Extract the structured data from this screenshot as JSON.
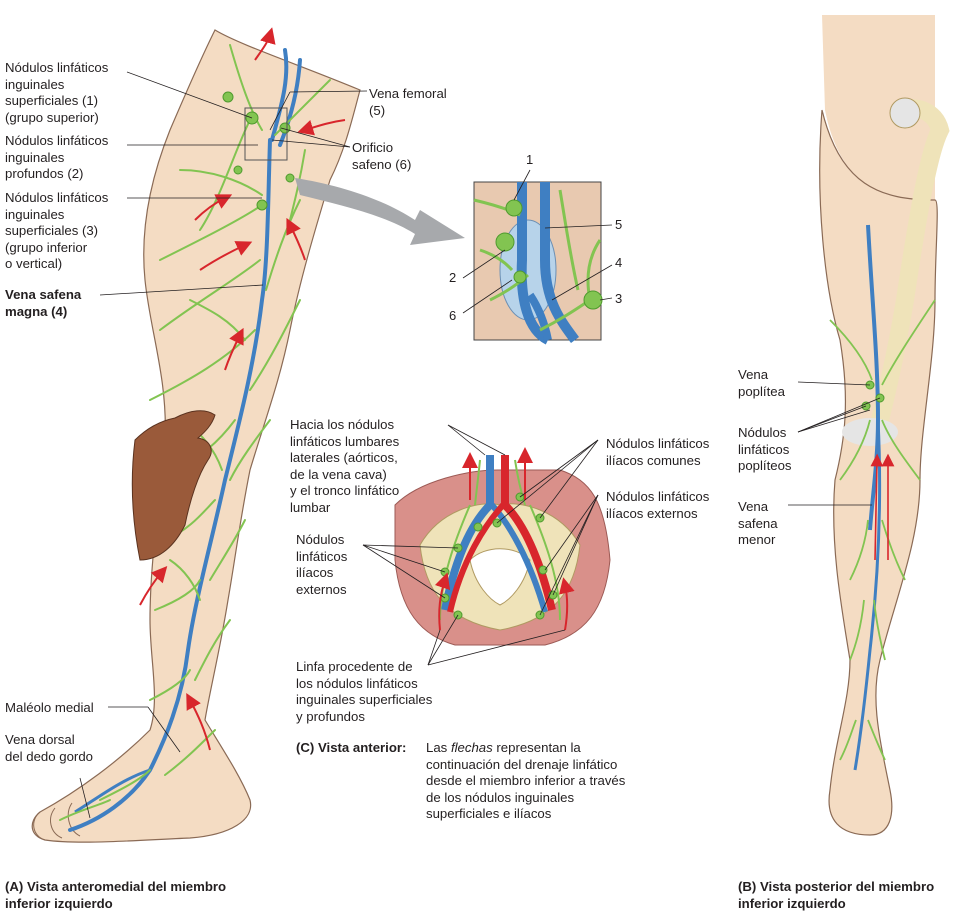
{
  "colors": {
    "skin": "#f4dcc3",
    "skin_outline": "#8a6a55",
    "vein": "#3f7fc2",
    "lymph": "#82c451",
    "lymph_dark": "#4f9a2e",
    "artery": "#d8262c",
    "muscle": "#d9908a",
    "bone": "#efe3b9",
    "hand": "#9a5a3a",
    "arrow_gray": "#a7a9ac"
  },
  "panel_a": {
    "labels": {
      "sup_upper": "Nódulos linfáticos\ninguinales\nsuperficiales (1)\n(grupo superior)",
      "deep": "Nódulos linfáticos\ninguinales\nprofundos (2)",
      "sup_lower": "Nódulos linfáticos\ninguinales\nsuperficiales (3)\n(grupo inferior\no vertical)",
      "great_saphenous": "Vena safena\nmagna (4)",
      "femoral_vein": "Vena femoral\n(5)",
      "saphenous_opening": "Orificio\nsafeno (6)",
      "medial_malleolus": "Maléolo medial",
      "dorsal_vein": "Vena dorsal\ndel dedo gordo"
    },
    "caption": "(A) Vista anteromedial del miembro\n      inferior izquierdo"
  },
  "inset": {
    "numbers": [
      "1",
      "2",
      "3",
      "4",
      "5",
      "6"
    ]
  },
  "panel_b": {
    "labels": {
      "popliteal_vein": "Vena\npoplítea",
      "popliteal_nodes": "Nódulos\nlinfáticos\npoplíteos",
      "small_saphenous": "Vena\nsafena\nmenor"
    },
    "caption": "(B) Vista posterior del miembro\n      inferior izquierdo"
  },
  "panel_c": {
    "labels": {
      "lumbar": "Hacia los nódulos\nlinfáticos lumbares\nlaterales (aórticos,\nde la vena cava)\ny el tronco linfático\nlumbar",
      "common_iliac": "Nódulos linfáticos\nilíacos comunes",
      "external_iliac_right": "Nódulos linfáticos\nilíacos externos",
      "external_iliac_left": "Nódulos\nlinfáticos\nilíacos\nexternos",
      "lymph_from": "Linfa procedente de\nlos nódulos linfáticos\ninguinales superficiales\ny profundos"
    },
    "caption_title": "(C) Vista anterior:",
    "caption_pre": "Las ",
    "caption_em": "flechas",
    "caption_post": " representan la\ncontinuación del drenaje linfático\ndesde el miembro inferior a través\nde los nódulos inguinales\nsuperficiales e ilíacos"
  }
}
